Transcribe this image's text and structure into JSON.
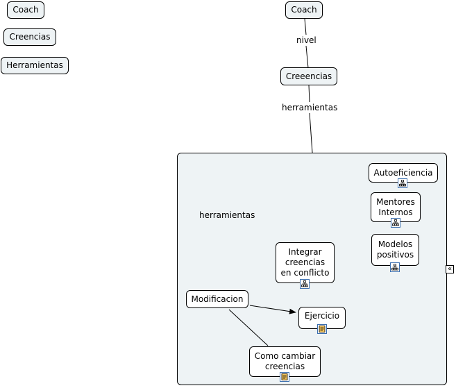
{
  "legend": {
    "coach": "Coach",
    "creencias": "Creencias",
    "herramientas": "Herramientas"
  },
  "map": {
    "coach": "Coach",
    "link_nivel": "nivel",
    "creeencias": "Creeencias",
    "link_herramientas": "herramientas",
    "container_title": "herramientas",
    "autoeficiencia": "Autoeficiencia",
    "mentores": [
      "Mentores",
      "Internos"
    ],
    "modelos": [
      "Modelos",
      "positivos"
    ],
    "integrar": [
      "Integrar",
      "creencias",
      "en conflicto"
    ],
    "modificacion": "Modificacion",
    "ejercicio": "Ejercicio",
    "como_cambiar": [
      "Como cambiar",
      "creencias"
    ],
    "collapse_glyph": "«"
  },
  "colors": {
    "container_fill": "#eef3f5",
    "badge_border": "#3b6fb0",
    "badge_fill_doc": "#f2c35a"
  },
  "icons": {
    "concept_map_link": "concept-map-icon",
    "document_link": "document-icon",
    "collapse": "double-chevron-left-icon"
  }
}
